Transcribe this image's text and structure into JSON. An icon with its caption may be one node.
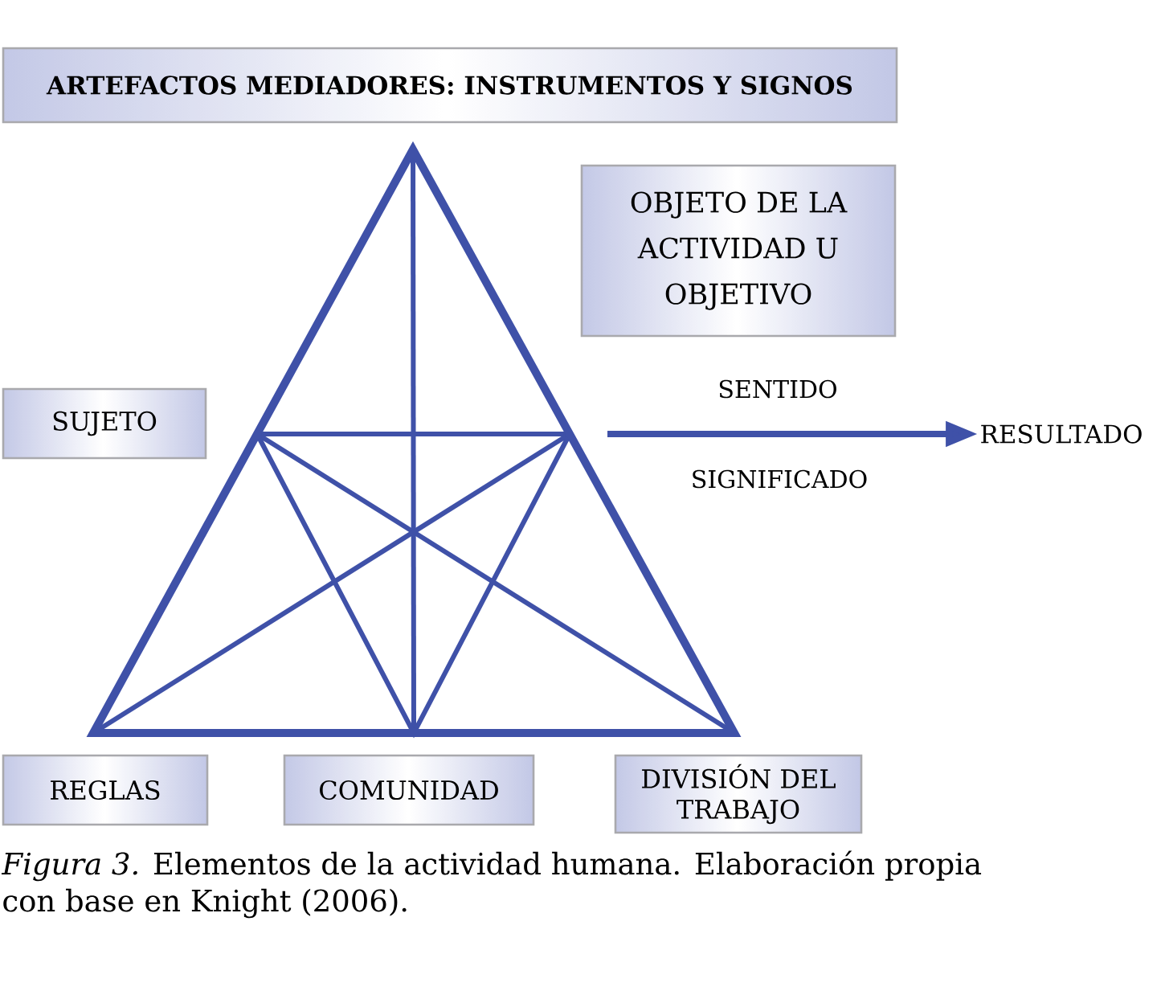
{
  "diagram": {
    "nodes": [
      {
        "text": [
          "ARTEFACTOS MEDIADORES: INSTRUMENTOS Y SIGNOS"
        ]
      },
      {
        "text": [
          "OBJETO DE LA ACTIVIDAD U OBJETIVO"
        ]
      },
      {
        "text": [
          "SUJETO"
        ]
      },
      {
        "text": [
          "REGLAS"
        ]
      },
      {
        "text": [
          "COMUNIDAD"
        ]
      },
      {
        "text": [
          "DIVISIÓN DEL TRABAJO"
        ]
      },
      {
        "text": [
          "RESULTADO"
        ]
      }
    ],
    "edges": [
      {
        "from": null,
        "to": 6,
        "arrow": "to"
      }
    ],
    "labels": [
      "SENTIDO",
      "SIGNIFICADO"
    ],
    "caption": "*Figura 3.* Elementos de la actividad humana. Elaboración propia con base en Knight (2006)."
  }
}
